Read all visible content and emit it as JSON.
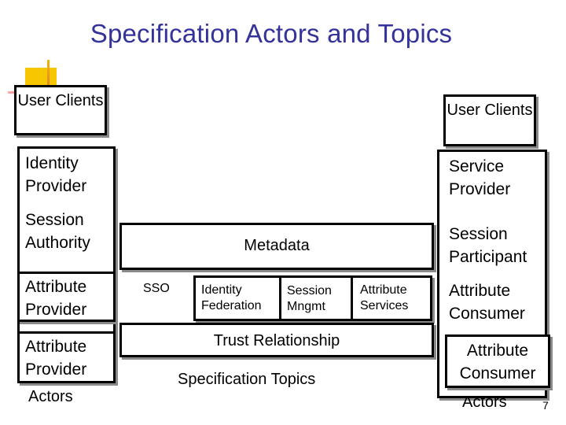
{
  "page": {
    "title": "Specification Actors and Topics",
    "slide_number": "7"
  },
  "left": {
    "user_clients": "User Clients",
    "identity_provider": "Identity Provider",
    "session_authority": "Session Authority",
    "attribute_provider_1": "Attribute Provider",
    "attribute_provider_2": "Attribute Provider",
    "actors": "Actors"
  },
  "right": {
    "user_clients": "User Clients",
    "service_provider": "Service Provider",
    "session_participant": "Session Participant",
    "attribute_consumer_1": "Attribute Consumer",
    "attribute_consumer_2": "Attribute Consumer",
    "actors": "Actors"
  },
  "topics": {
    "metadata": "Metadata",
    "sso": "SSO",
    "identity_federation": "Identity Federation",
    "session_mngmt": "Session Mngmt",
    "attribute_services": "Attribute Services",
    "trust_relationship": "Trust Relationship",
    "specification_topics": "Specification Topics"
  },
  "colors": {
    "title": "#333399",
    "logo_yellow": "#f5c800",
    "logo_red": "#e8202a"
  }
}
